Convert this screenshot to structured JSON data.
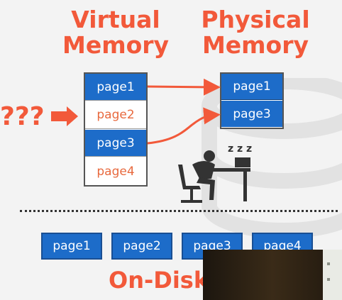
{
  "titles": {
    "virtual": "Virtual\nMemory",
    "physical": "Physical\nMemory",
    "on_disk": "On-Disk"
  },
  "virtual_memory": [
    {
      "label": "page1",
      "resident": true
    },
    {
      "label": "page2",
      "resident": false
    },
    {
      "label": "page3",
      "resident": true
    },
    {
      "label": "page4",
      "resident": false
    }
  ],
  "physical_memory": [
    {
      "label": "page1"
    },
    {
      "label": "page3"
    }
  ],
  "disk_pages": [
    {
      "label": "page1"
    },
    {
      "label": "page2"
    },
    {
      "label": "page3"
    },
    {
      "label": "page4"
    }
  ],
  "request_marker": "???",
  "sleep_text": "z z z",
  "colors": {
    "accent": "#f2593a",
    "page_blue": "#1d6cc9"
  }
}
